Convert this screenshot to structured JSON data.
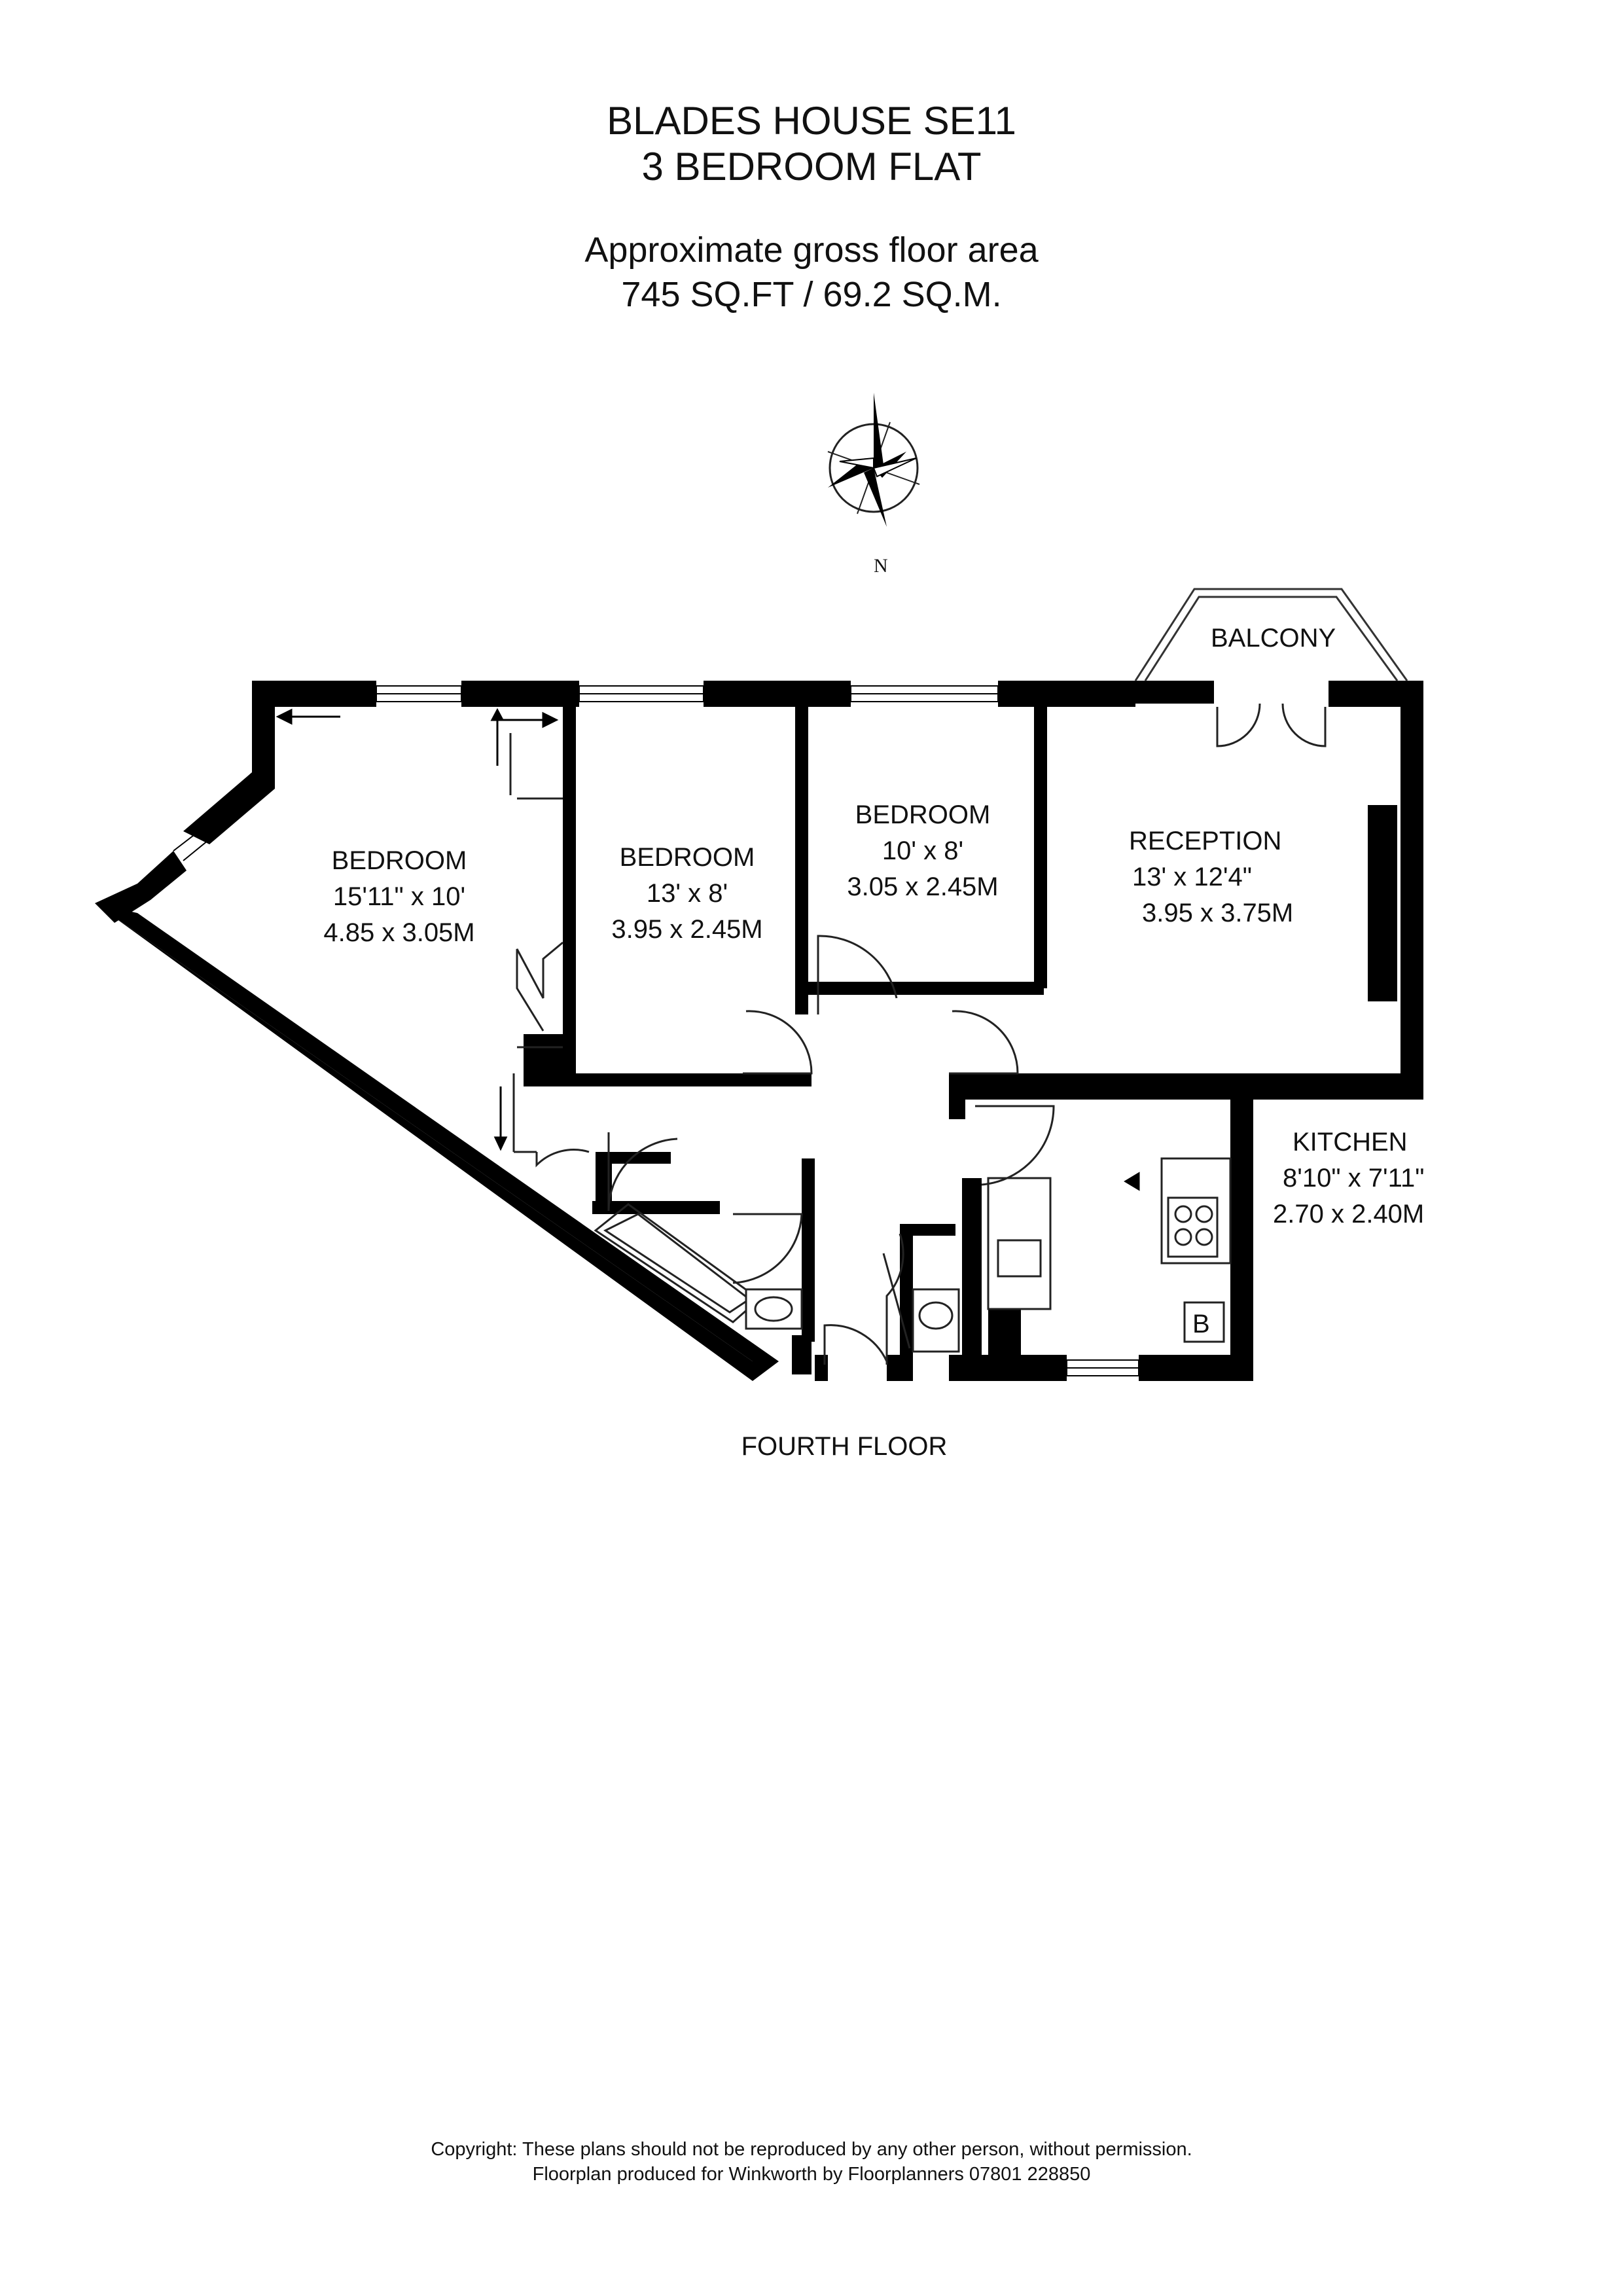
{
  "header": {
    "title": "BLADES HOUSE SE11",
    "subtitle": "3 BEDROOM FLAT",
    "area_label": "Approximate gross floor area",
    "area_value": "745 SQ.FT / 69.2 SQ.M."
  },
  "compass": {
    "label": "N",
    "icon": "compass-rose-icon"
  },
  "rooms": [
    {
      "name": "BEDROOM",
      "imperial": "15'11\" x 10'",
      "metric": "4.85 x 3.05M"
    },
    {
      "name": "BEDROOM",
      "imperial": "13' x 8'",
      "metric": "3.95 x 2.45M"
    },
    {
      "name": "BEDROOM",
      "imperial": "10' x 8'",
      "metric": "3.05 x 2.45M"
    },
    {
      "name": "RECEPTION",
      "imperial": "13' x 12'4\"",
      "metric": "3.95 x 3.75M"
    },
    {
      "name": "KITCHEN",
      "imperial": "8'10\" x 7'11\"",
      "metric": "2.70 x 2.40M"
    }
  ],
  "balcony_label": "BALCONY",
  "boiler_label": "B",
  "floor_label": "FOURTH FLOOR",
  "footer": {
    "line1": "Copyright: These plans should not be reproduced by any other person, without permission.",
    "line2": "Floorplan produced for Winkworth by Floorplanners 07801 228850"
  },
  "colors": {
    "wall": "#000000",
    "line": "#333333",
    "background": "#ffffff"
  }
}
